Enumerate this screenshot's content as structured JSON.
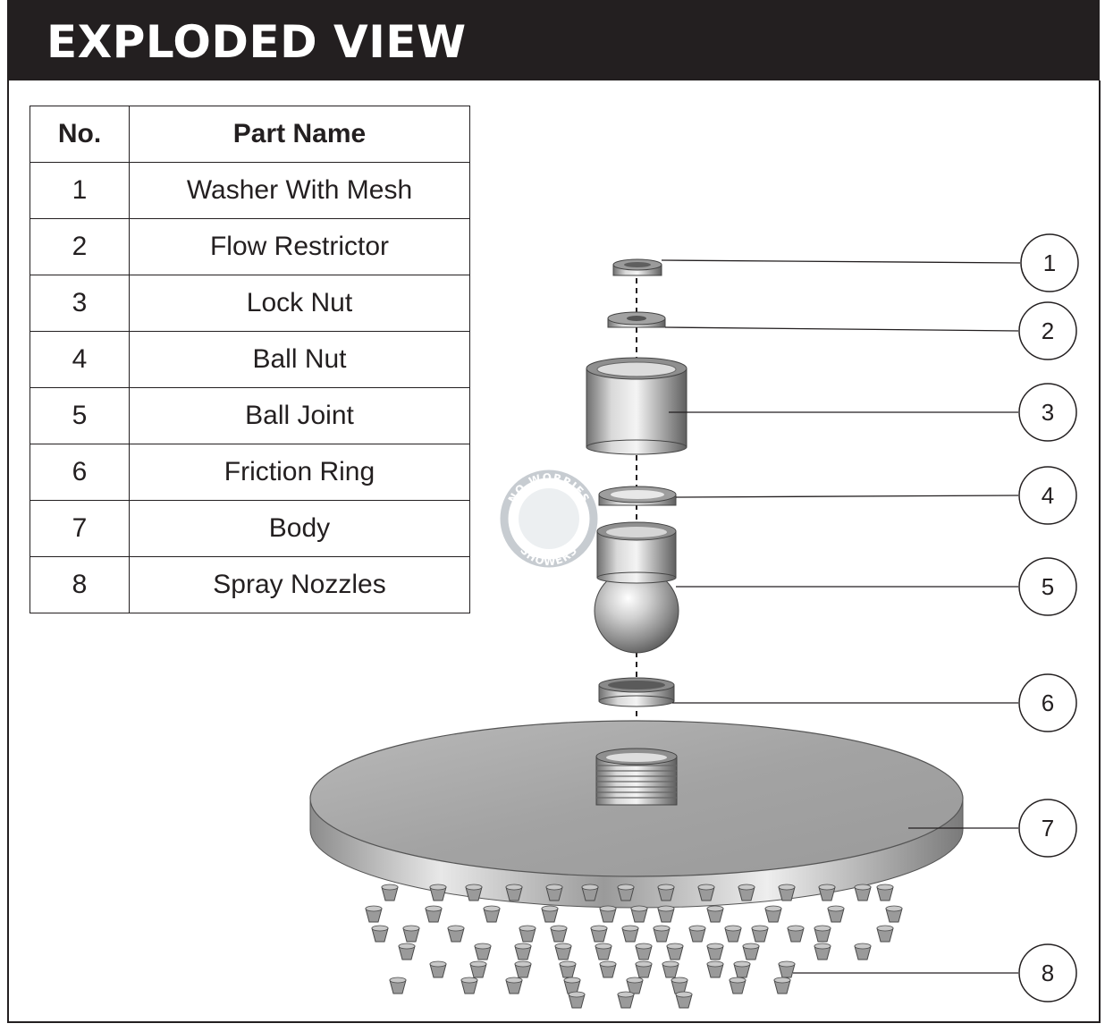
{
  "header": {
    "title": "EXPLODED VIEW"
  },
  "table": {
    "headers": {
      "no": "No.",
      "name": "Part Name"
    },
    "rows": [
      {
        "no": "1",
        "name": "Washer With Mesh"
      },
      {
        "no": "2",
        "name": "Flow Restrictor"
      },
      {
        "no": "3",
        "name": "Lock Nut"
      },
      {
        "no": "4",
        "name": "Ball Nut"
      },
      {
        "no": "5",
        "name": "Ball Joint"
      },
      {
        "no": "6",
        "name": "Friction Ring"
      },
      {
        "no": "7",
        "name": "Body"
      },
      {
        "no": "8",
        "name": "Spray Nozzles"
      }
    ]
  },
  "callouts": [
    "1",
    "2",
    "3",
    "4",
    "5",
    "6",
    "7",
    "8"
  ],
  "watermark": {
    "top_text": "NO WORRIES",
    "bottom_text": "SHOWERS"
  },
  "colors": {
    "header_bg": "#231f20",
    "metal_light": "#e6e6e6",
    "metal_dark": "#8a8a8a"
  }
}
